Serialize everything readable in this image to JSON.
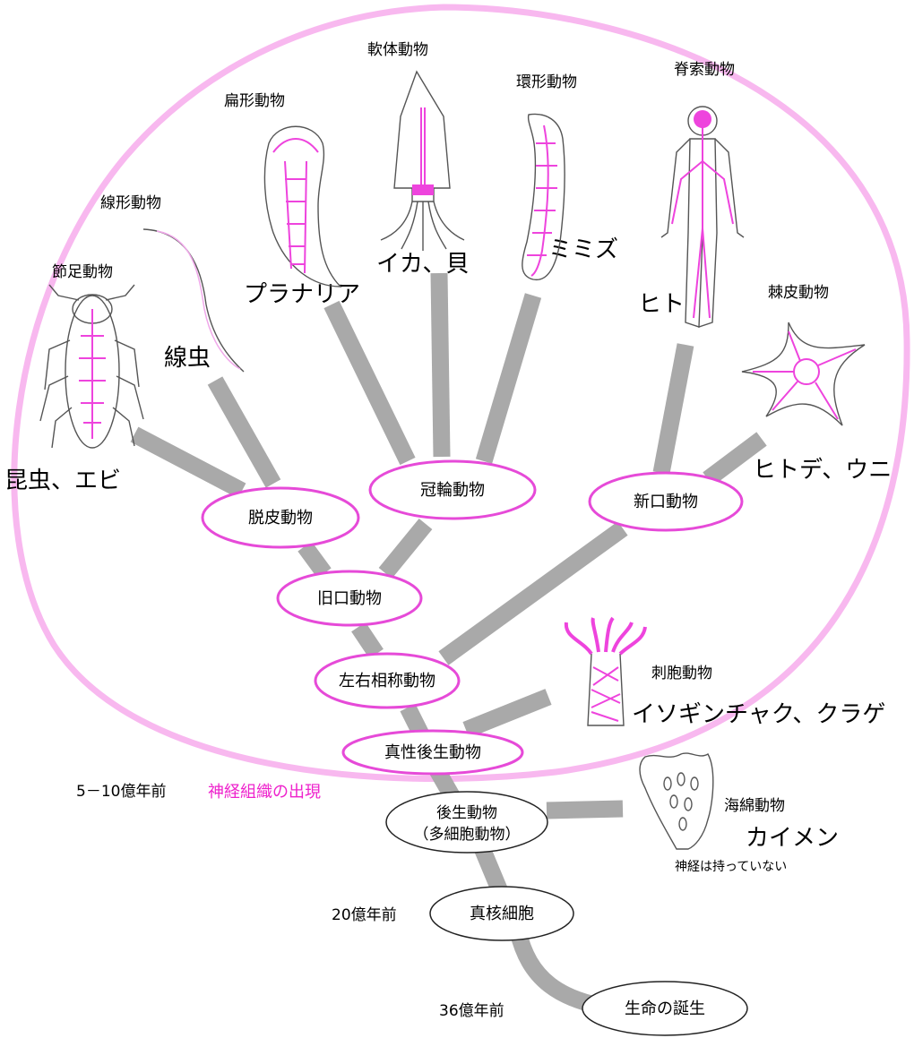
{
  "colors": {
    "accent": "#ee22cc",
    "node_border": "#e64ad8",
    "region": "#f8b8ef",
    "branch": "#a9a9a9"
  },
  "nodes": {
    "life_origin": "生命の誕生",
    "eukaryote": "真核細胞",
    "metazoa_line1": "後生動物",
    "metazoa_line2": "（多細胞動物）",
    "eumetazoa": "真性後生動物",
    "bilateria": "左右相称動物",
    "protostomia": "旧口動物",
    "ecdysozoa": "脱皮動物",
    "lophotrochozoa": "冠輪動物",
    "deuterostomia": "新口動物"
  },
  "times": {
    "t36": "36億年前",
    "t20": "20億年前",
    "t5_10": "5－10億年前",
    "nerve_origin": "神経組織の出現"
  },
  "taxa": {
    "arthropoda": {
      "phylum": "節足動物",
      "example": "昆虫、エビ",
      "icon": "insect-icon"
    },
    "nematoda": {
      "phylum": "線形動物",
      "example": "線虫",
      "icon": "nematode-icon"
    },
    "platyhelminthes": {
      "phylum": "扁形動物",
      "example": "プラナリア",
      "icon": "planarian-icon"
    },
    "mollusca": {
      "phylum": "軟体動物",
      "example": "イカ、貝",
      "icon": "squid-icon"
    },
    "annelida": {
      "phylum": "環形動物",
      "example": "ミミズ",
      "icon": "earthworm-icon"
    },
    "chordata": {
      "phylum": "脊索動物",
      "example": "ヒト",
      "icon": "human-icon"
    },
    "echinodermata": {
      "phylum": "棘皮動物",
      "example": "ヒトデ、ウニ",
      "icon": "starfish-icon"
    },
    "cnidaria": {
      "phylum": "刺胞動物",
      "example": "イソギンチャク、クラゲ",
      "icon": "sea-anemone-icon"
    },
    "porifera": {
      "phylum": "海綿動物",
      "example": "カイメン",
      "note": "神経は持っていない",
      "icon": "sponge-icon"
    }
  }
}
